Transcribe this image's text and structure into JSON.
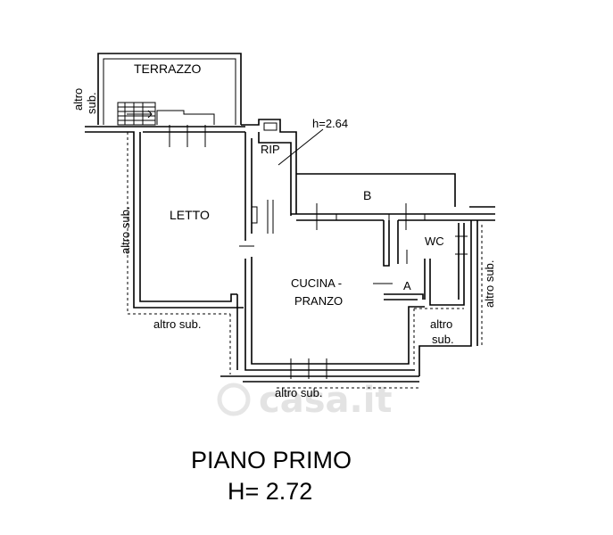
{
  "rooms": {
    "terrazzo": "TERRAZZO",
    "rip": "RIP",
    "letto": "LETTO",
    "b": "B",
    "wc": "WC",
    "a": "A",
    "cucina_line1": "CUCINA -",
    "cucina_line2": "PRANZO"
  },
  "heights": {
    "rip_height": "h=2.64"
  },
  "neighbours": {
    "top_left_line1": "altro",
    "top_left_line2": "sub.",
    "left": "altro sub.",
    "bottom_left": "altro sub.",
    "bottom_center": "altro sub.",
    "right": "altro sub.",
    "bottom_right_line1": "altro",
    "bottom_right_line2": "sub."
  },
  "watermark": "casa.it",
  "title": {
    "floor": "PIANO PRIMO",
    "height": "H= 2.72"
  }
}
